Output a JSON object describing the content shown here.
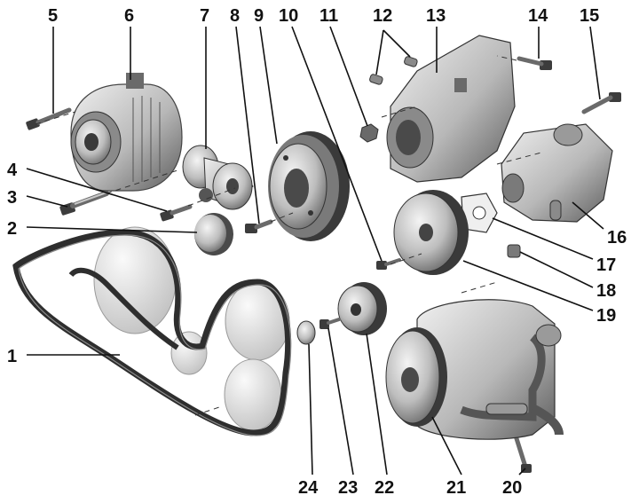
{
  "callouts": [
    "1",
    "2",
    "3",
    "4",
    "5",
    "6",
    "7",
    "8",
    "9",
    "10",
    "11",
    "12",
    "13",
    "14",
    "15",
    "16",
    "17",
    "18",
    "19",
    "20",
    "21",
    "22",
    "23",
    "24"
  ],
  "colors": {
    "ink": "#111111",
    "metal_light": "#e6e6e6",
    "metal_mid": "#b4b4b4",
    "metal_dark": "#5a5a5a",
    "belt": "#3a3a3a",
    "pulley_face": "#d2d2d2"
  }
}
